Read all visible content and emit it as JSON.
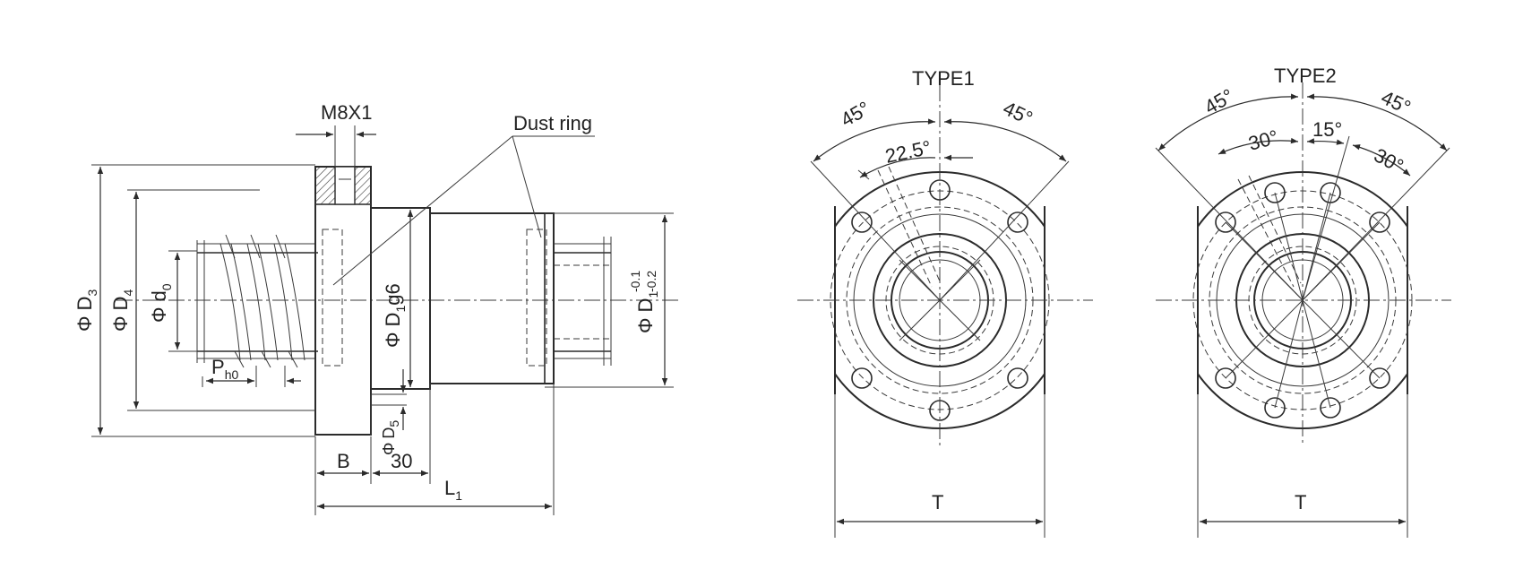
{
  "side_view": {
    "thread_label": "M8X1",
    "dust_ring_label": "Dust ring",
    "phi": "Φ",
    "d3": "D",
    "d3_sub": "3",
    "d4": "D",
    "d4_sub": "4",
    "d0": "d",
    "d0_sub": "0",
    "d1g6": "D",
    "d1g6_sub": "1",
    "d1g6_tol": "g6",
    "d5": "D",
    "d5_sub": "5",
    "d1": "D",
    "d1_sub": "1",
    "d1_tol_upper": "-0.1",
    "d1_tol_lower": "-0.2",
    "ph0": "P",
    "ph0_sub": "h0",
    "b_label": "B",
    "dim_30": "30",
    "l1": "L",
    "l1_sub": "1"
  },
  "type1": {
    "title": "TYPE1",
    "angle_left": "45°",
    "angle_right": "45°",
    "angle_small": "22.5°",
    "width_label": "T"
  },
  "type2": {
    "title": "TYPE2",
    "angle_left": "45°",
    "angle_right": "45°",
    "angle_30_left": "30°",
    "angle_15": "15°",
    "angle_30_right": "30°",
    "width_label": "T"
  }
}
